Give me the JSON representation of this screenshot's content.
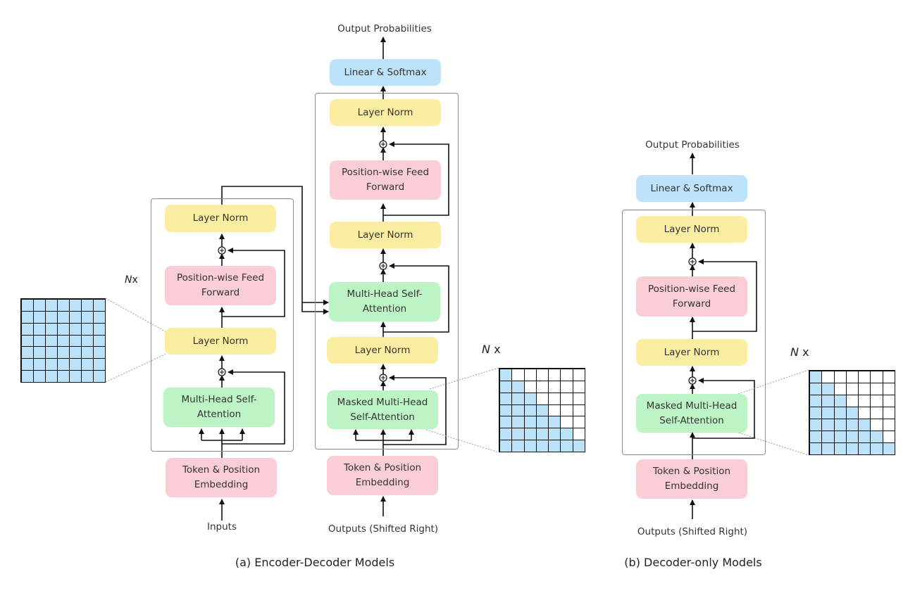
{
  "encoder_decoder": {
    "caption": "(a) Encoder-Decoder Models",
    "encoder": {
      "input_label": "Inputs",
      "embedding": "Token & Position Embedding",
      "attention": "Multi-Head Self-Attention",
      "norm1": "Layer Norm",
      "ffn": "Position-wise Feed Forward",
      "norm2": "Layer Norm",
      "repeat_n": "N",
      "repeat_x": "x"
    },
    "decoder": {
      "input_label": "Outputs (Shifted Right)",
      "embedding": "Token & Position Embedding",
      "masked_attention": "Masked Multi-Head Self-Attention",
      "norm1": "Layer Norm",
      "cross_attention": "Multi-Head Self-Attention",
      "norm2": "Layer Norm",
      "ffn": "Position-wise Feed Forward",
      "norm3": "Layer Norm",
      "repeat_n": "N",
      "repeat_x": "x"
    },
    "linear_softmax": "Linear & Softmax",
    "output_label": "Output Probabilities"
  },
  "decoder_only": {
    "caption": "(b) Decoder-only Models",
    "input_label": "Outputs (Shifted Right)",
    "embedding": "Token & Position Embedding",
    "masked_attention": "Masked Multi-Head Self-Attention",
    "norm1": "Layer Norm",
    "ffn": "Position-wise Feed Forward",
    "norm2": "Layer Norm",
    "linear_softmax": "Linear & Softmax",
    "output_label": "Output Probabilities",
    "repeat_n": "N",
    "repeat_x": "x"
  },
  "colors": {
    "layer_norm": "#fbeea2",
    "feed_forward": "#fbcdd6",
    "attention": "#bdf4c6",
    "embedding": "#fbcdd6",
    "linear_softmax": "#bde3fb",
    "mask_filled": "#bde3fb",
    "mask_empty": "#ffffff"
  },
  "masks": {
    "full_attention": {
      "size": 7,
      "pattern": "full"
    },
    "causal_attention_a": {
      "size": 7,
      "pattern": "lower-triangular"
    },
    "causal_attention_b": {
      "size": 7,
      "pattern": "lower-triangular"
    }
  }
}
